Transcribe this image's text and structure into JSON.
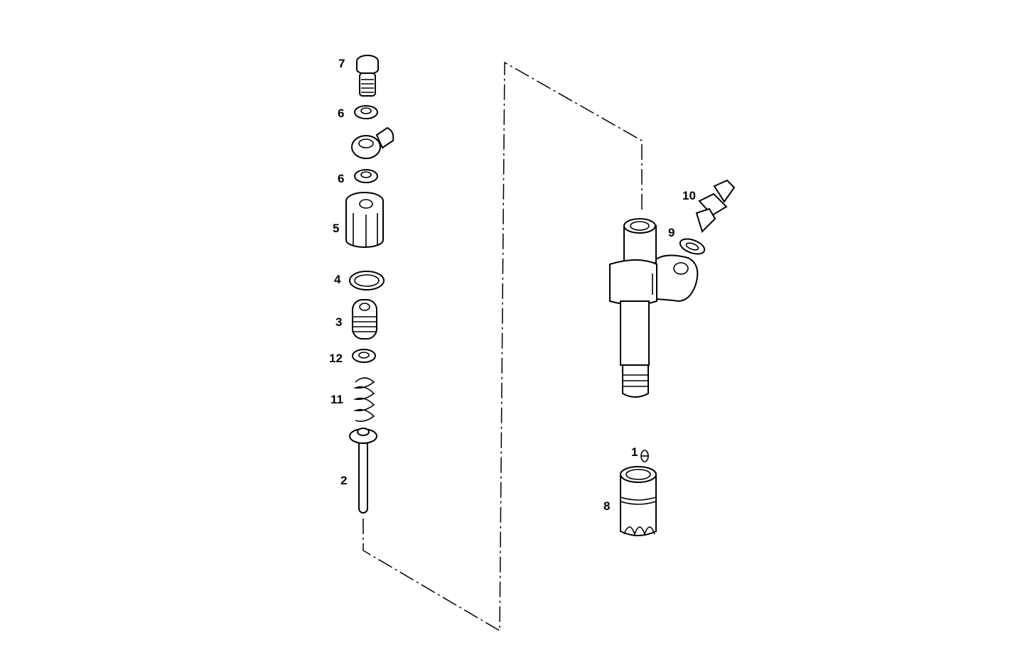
{
  "diagram": {
    "labels": {
      "p7": "7",
      "p6a": "6",
      "p6b": "6",
      "p5": "5",
      "p4": "4",
      "p3": "3",
      "p12": "12",
      "p11": "11",
      "p2": "2",
      "p10": "10",
      "p9": "9",
      "p1": "1",
      "p8": "8"
    },
    "line_color": "#000000",
    "background": "#ffffff"
  }
}
